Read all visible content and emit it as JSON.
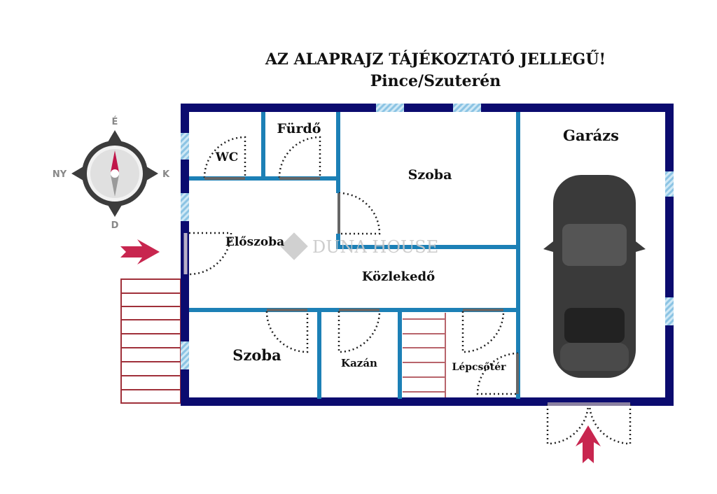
{
  "header": {
    "title": "AZ ALAPRAJZ TÁJÉKOZTATÓ JELLEGŰ!",
    "subtitle": "Pince/Szuterén"
  },
  "rooms": {
    "wc": "WC",
    "bathroom": "Fürdő",
    "room_top": "Szoba",
    "hall": "Előszoba",
    "corridor": "Közlekedő",
    "room_bottom": "Szoba",
    "boiler": "Kazán",
    "stairwell": "Lépcsőtér",
    "garage": "Garázs"
  },
  "compass": {
    "north": "É",
    "south": "D",
    "east": "K",
    "west": "NY"
  },
  "watermark": "DUNA HOUSE",
  "colors": {
    "outer_wall": "#0b0b6f",
    "inner_wall": "#1c80b6",
    "window": "#9fd0ea",
    "arrow": "#c8264f",
    "stairs": "#a0303a"
  }
}
